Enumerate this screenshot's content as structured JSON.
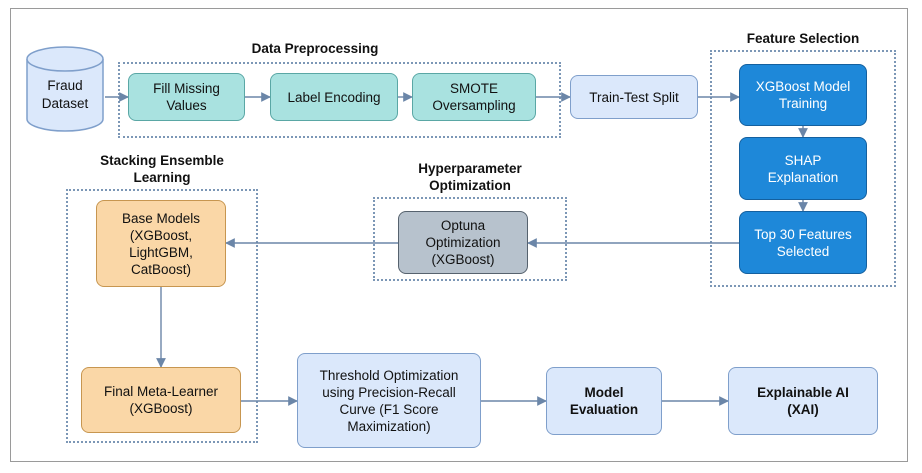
{
  "diagram": {
    "nodes": {
      "fraud_dataset": "Fraud\nDataset",
      "fill_missing": "Fill Missing\nValues",
      "label_encoding": "Label Encoding",
      "smote": "SMOTE\nOversampling",
      "train_test_split": "Train-Test Split",
      "xgb_training": "XGBoost Model\nTraining",
      "shap": "SHAP\nExplanation",
      "top30": "Top 30 Features\nSelected",
      "optuna": "Optuna\nOptimization\n(XGBoost)",
      "base_models": "Base Models\n(XGBoost,\nLightGBM,\nCatBoost)",
      "meta_learner": "Final Meta-Learner\n(XGBoost)",
      "threshold": "Threshold Optimization\nusing Precision-Recall\nCurve (F1 Score\nMaximization)",
      "model_eval": "Model\nEvaluation",
      "xai": "Explainable AI\n(XAI)"
    },
    "groups": {
      "preprocessing": "Data Preprocessing",
      "feature_selection": "Feature Selection",
      "hyperparameter": "Hyperparameter\nOptimization",
      "stacking": "Stacking Ensemble\nLearning"
    },
    "colors": {
      "teal": "#a9e2e0",
      "light_blue": "#dbe8fb",
      "blue": "#1e88d9",
      "gray": "#b7c2cd",
      "orange": "#fad7a7",
      "arrow": "#6b86a8",
      "group_border": "#7c97b6"
    }
  }
}
